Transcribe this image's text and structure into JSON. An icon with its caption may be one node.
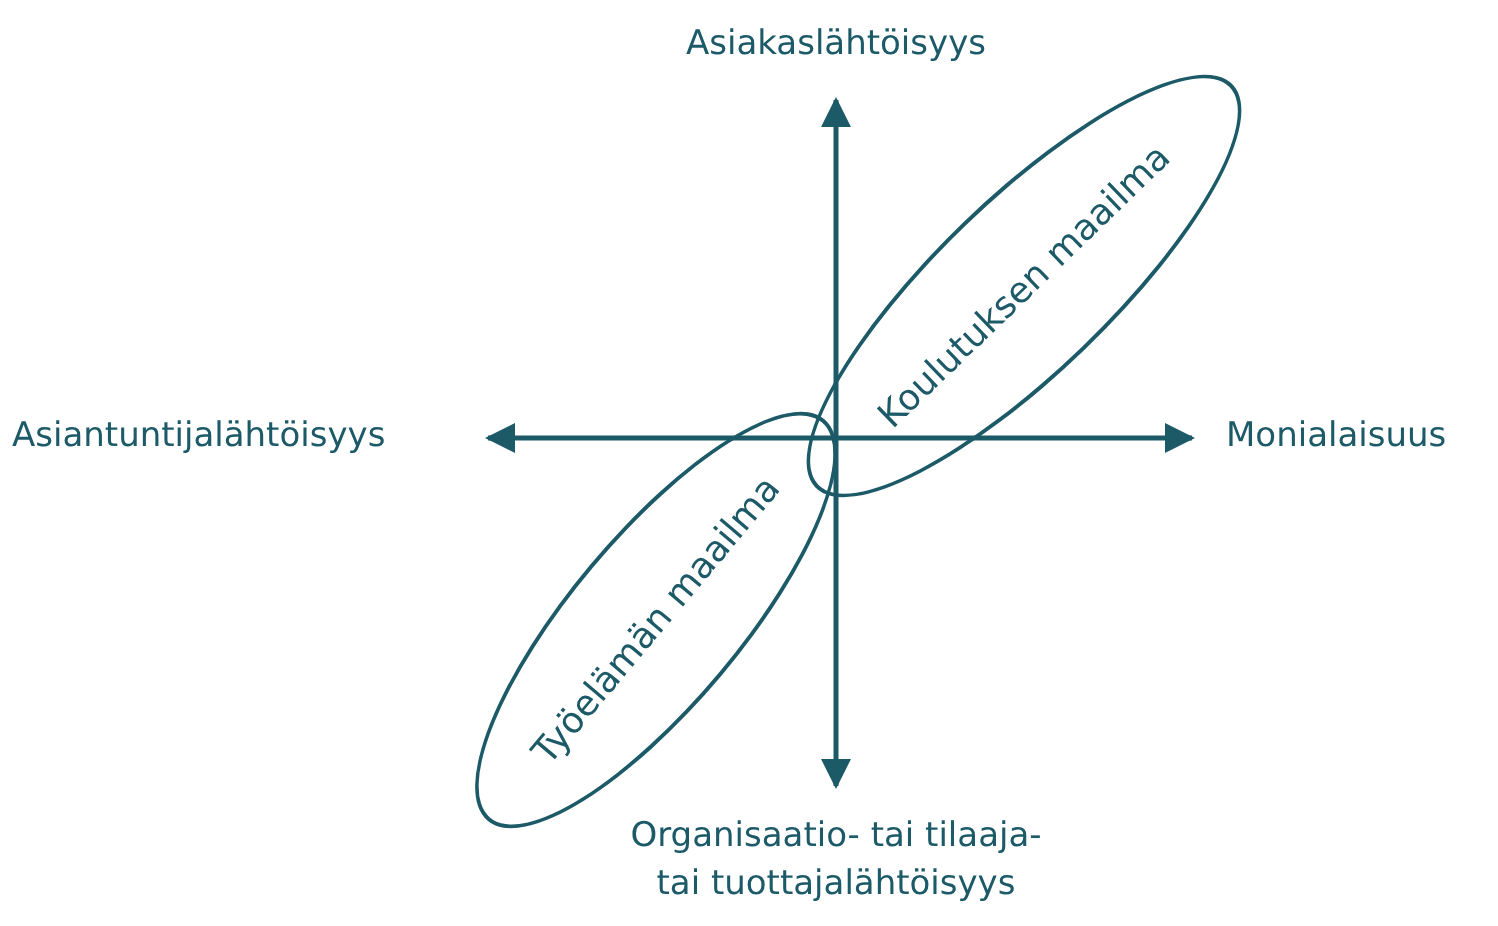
{
  "diagram": {
    "nodes": [
      {
        "text": [
          "Koulutuksen maailma"
        ]
      },
      {
        "text": [
          "Työelämän maailma"
        ]
      }
    ],
    "edges": [],
    "labels": [
      "Asiakaslähtöisyys",
      "Asiantuntijalähtöisyys",
      "Monialaisuus",
      "Organisaatio- tai tilaaja- tai tuottajalähtöisyys"
    ]
  }
}
